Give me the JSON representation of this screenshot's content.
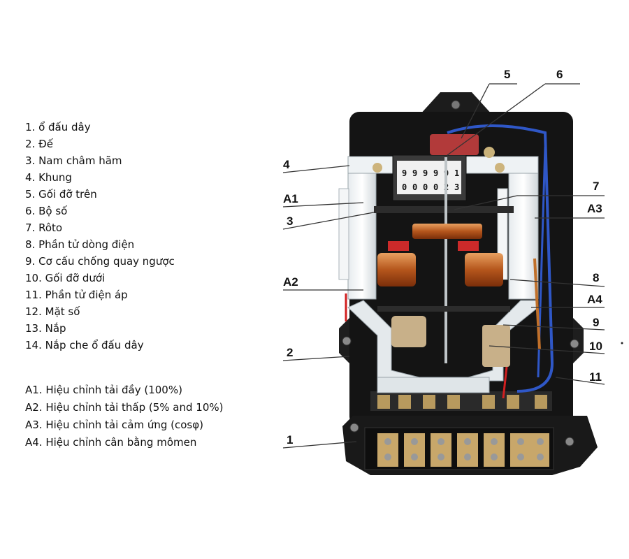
{
  "parts": [
    "1. ổ đấu dây",
    "2. Đế",
    "3. Nam châm hãm",
    "4. Khung",
    "5. Gối đỡ trên",
    "6. Bộ số",
    "7. Rôto",
    "8. Phần tử dòng điện",
    "9. Cơ cấu chống quay ngược",
    "10. Gối đỡ dưới",
    "11. Phần tử điện áp",
    "12. Mặt số",
    "13. Nắp",
    "14. Nắp che ổ đấu dây"
  ],
  "adjustments": [
    "A1. Hiệu chỉnh tải đầy (100%)",
    "A2. Hiệu chỉnh tải thấp (5% and 10%)",
    "A3. Hiệu chỉnh tải cảm ứng (cosφ)",
    "A4. Hiệu chỉnh cân bằng mômen"
  ],
  "callouts": {
    "c1": "1",
    "c2": "2",
    "c3": "3",
    "c4": "4",
    "c5": "5",
    "c6": "6",
    "c7": "7",
    "c8": "8",
    "c9": "9",
    "c10": "10",
    "c11": "11",
    "a1": "A1",
    "a2": "A2",
    "a3": "A3",
    "a4": "A4"
  },
  "register_digits": [
    "9",
    "9",
    "9",
    "9",
    "9",
    "1"
  ],
  "register_digits_lower": [
    "0",
    "0",
    "0",
    "0",
    "2",
    "3"
  ]
}
